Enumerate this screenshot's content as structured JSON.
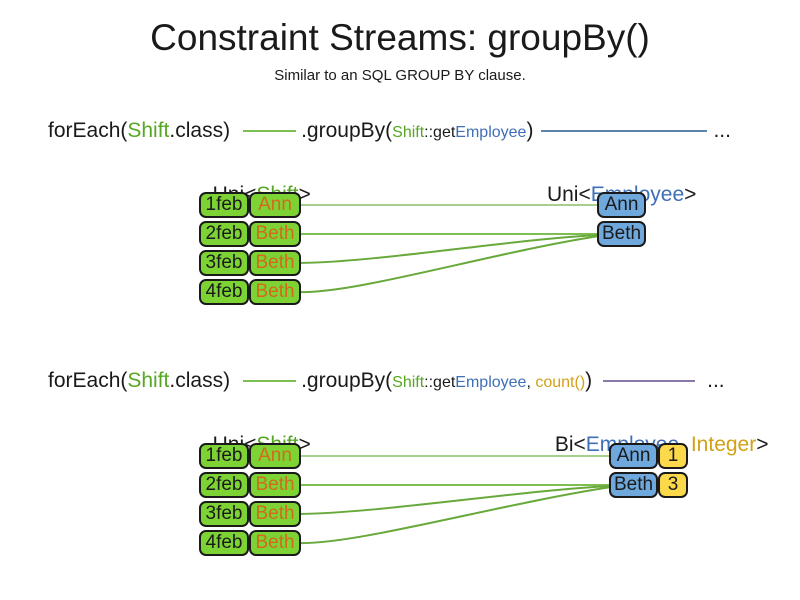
{
  "header": {
    "title": "Constraint Streams: groupBy()",
    "subtitle": "Similar to an SQL GROUP BY clause."
  },
  "palette": {
    "shift_green_text": "#56a824",
    "employee_blue_text": "#3e6fb8",
    "integer_gold_text": "#d3a117",
    "employee_name_orange_text": "#d2691e",
    "green_box_fill": "#7ed334",
    "blue_box_fill": "#6fa8dc",
    "yellow_box_fill": "#fcd94b",
    "green_line": "#7ebf54",
    "blue_line": "#5b84ad",
    "purple_line": "#8a79a8"
  },
  "d1": {
    "code": {
      "foreach_pre": "forEach(",
      "foreach_type": "Shift",
      "foreach_post": ".class)",
      "groupby_pre": ".groupBy(",
      "arg1_type": "Shift",
      "arg1_accessor": "::get",
      "arg1_prop": "Employee",
      "groupby_post": ")",
      "ellipsis": "..."
    },
    "source_label": {
      "pre": "Uni<",
      "type": "Shift",
      "post": ">"
    },
    "result_label": {
      "pre": "Uni<",
      "type": "Employee",
      "post": ">"
    },
    "rows": [
      {
        "date": "1feb",
        "employee": "Ann"
      },
      {
        "date": "2feb",
        "employee": "Beth"
      },
      {
        "date": "3feb",
        "employee": "Beth"
      },
      {
        "date": "4feb",
        "employee": "Beth"
      }
    ],
    "groups": [
      {
        "employee": "Ann"
      },
      {
        "employee": "Beth"
      }
    ]
  },
  "d2": {
    "code": {
      "foreach_pre": "forEach(",
      "foreach_type": "Shift",
      "foreach_post": ".class)",
      "groupby_pre": ".groupBy(",
      "arg1_type": "Shift",
      "arg1_accessor": "::get",
      "arg1_prop": "Employee",
      "arg_sep": ", ",
      "arg2_collector": "count()",
      "groupby_post": ")",
      "ellipsis": "..."
    },
    "source_label": {
      "pre": "Uni<",
      "type": "Shift",
      "post": ">"
    },
    "result_label": {
      "pre": "Bi<",
      "type1": "Employee",
      "sep": ", ",
      "type2": "Integer",
      "post": ">"
    },
    "rows": [
      {
        "date": "1feb",
        "employee": "Ann"
      },
      {
        "date": "2feb",
        "employee": "Beth"
      },
      {
        "date": "3feb",
        "employee": "Beth"
      },
      {
        "date": "4feb",
        "employee": "Beth"
      }
    ],
    "groups": [
      {
        "employee": "Ann",
        "count": "1"
      },
      {
        "employee": "Beth",
        "count": "3"
      }
    ]
  }
}
